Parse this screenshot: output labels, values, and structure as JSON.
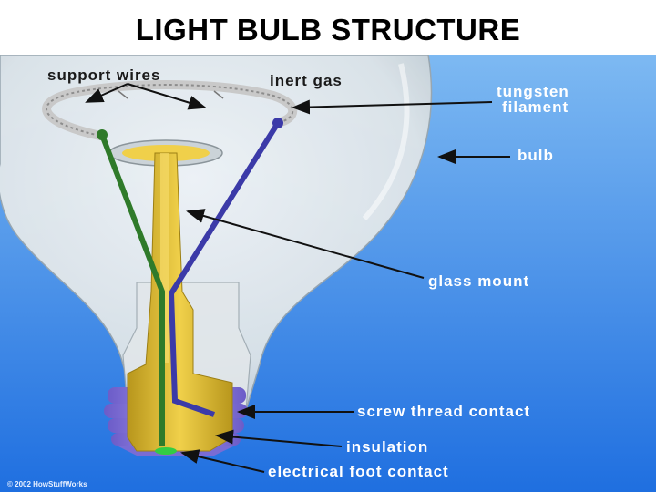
{
  "title": "LIGHT BULB STRUCTURE",
  "labels": {
    "support_wires": "support wires",
    "inert_gas": "inert gas",
    "tungsten": "tungsten",
    "filament": "filament",
    "bulb": "bulb",
    "glass_mount": "glass mount",
    "screw_thread_contact": "screw thread contact",
    "insulation": "insulation",
    "electrical_foot_contact": "electrical foot contact"
  },
  "copyright": "© 2002 HowStuffWorks",
  "colors": {
    "background_top": "#6fb0f0",
    "background_bottom": "#1e6ee0",
    "glass": "#e6ebee",
    "glass_mount": "#d9b52a",
    "screw_thread": "#8f7fe0",
    "left_wire": "#2f7a2a",
    "right_wire": "#3b3aa8"
  }
}
